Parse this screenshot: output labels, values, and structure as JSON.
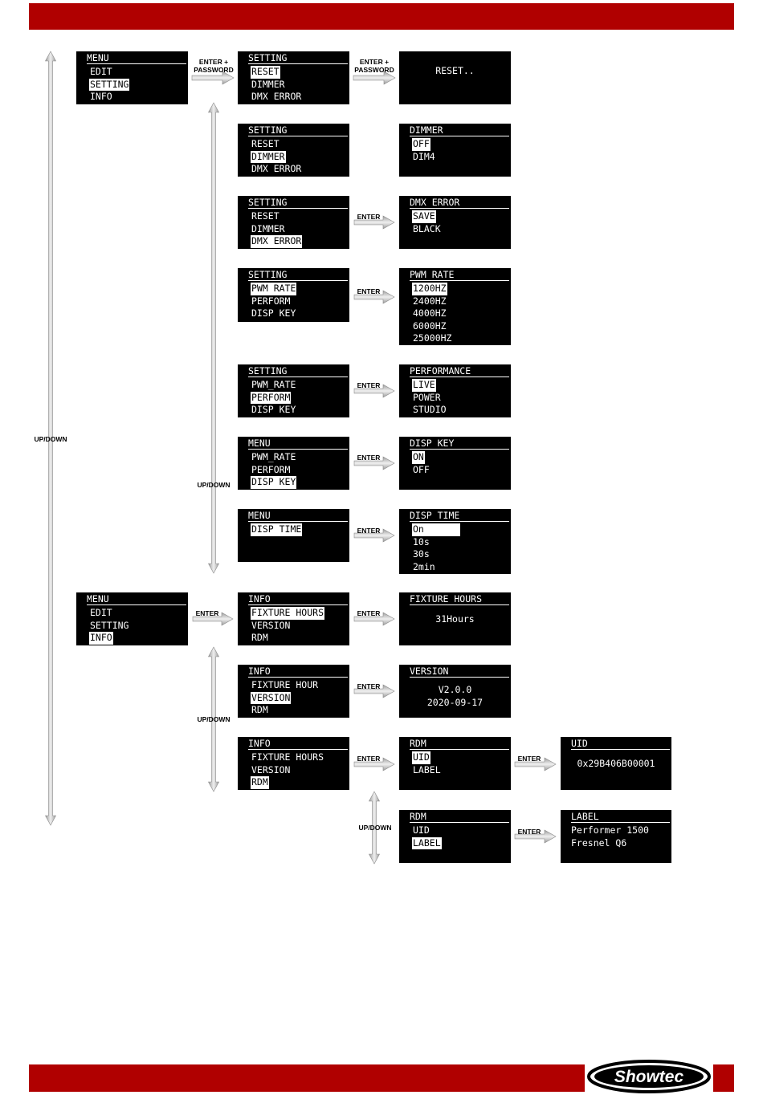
{
  "labels": {
    "enter": "ENTER",
    "enter_password_1": "ENTER +",
    "enter_password_2": "PASSWORD",
    "up_down": "UP/DOWN"
  },
  "screens": [
    {
      "id": "menu1",
      "title": "MENU",
      "rows": [
        "EDIT",
        "SETTING",
        "INFO"
      ],
      "selected": 1
    },
    {
      "id": "set1",
      "title": "SETTING",
      "rows": [
        "RESET",
        "DIMMER",
        "DMX ERROR"
      ],
      "selected": 0
    },
    {
      "id": "reset",
      "title": "",
      "center": [
        "RESET.."
      ]
    },
    {
      "id": "set2",
      "title": "SETTING",
      "rows": [
        "RESET",
        "DIMMER",
        "DMX ERROR"
      ],
      "selected": 1
    },
    {
      "id": "dimmer",
      "title": "DIMMER",
      "rows": [
        "OFF",
        "DIM4"
      ],
      "selected": 0
    },
    {
      "id": "set3",
      "title": "SETTING",
      "rows": [
        "RESET",
        "DIMMER",
        "DMX ERROR"
      ],
      "selected": 2
    },
    {
      "id": "dmxerr",
      "title": "DMX ERROR",
      "rows": [
        "SAVE",
        "BLACK"
      ],
      "selected": 0
    },
    {
      "id": "set4",
      "title": "SETTING",
      "rows": [
        "PWM RATE",
        "PERFORM",
        "DISP KEY"
      ],
      "selected": 0
    },
    {
      "id": "pwm",
      "title": "PWM RATE",
      "rows": [
        "1200HZ",
        "2400HZ",
        "4000HZ",
        "6000HZ",
        "25000HZ"
      ],
      "selected": 0
    },
    {
      "id": "set5",
      "title": "SETTING",
      "rows": [
        "PWM_RATE",
        "PERFORM",
        "DISP KEY"
      ],
      "selected": 1
    },
    {
      "id": "perf",
      "title": "PERFORMANCE",
      "rows": [
        "LIVE",
        "POWER",
        "STUDIO"
      ],
      "selected": 0
    },
    {
      "id": "menu2",
      "title": "MENU",
      "rows": [
        "PWM_RATE",
        "PERFORM",
        "DISP KEY"
      ],
      "selected": 2
    },
    {
      "id": "dispkey",
      "title": "DISP KEY",
      "rows": [
        "ON",
        "OFF"
      ],
      "selected": 0
    },
    {
      "id": "menu3",
      "title": "MENU",
      "rows": [
        "DISP TIME"
      ],
      "selected": 0
    },
    {
      "id": "disptime",
      "title": "DISP TIME",
      "rows": [
        "On",
        "10s",
        "30s",
        "2min"
      ],
      "selected": 0
    },
    {
      "id": "menu4",
      "title": "MENU",
      "rows": [
        "EDIT",
        "SETTING",
        "INFO"
      ],
      "selected": 2
    },
    {
      "id": "info1",
      "title": "INFO",
      "rows": [
        "FIXTURE HOURS",
        "VERSION",
        "RDM"
      ],
      "selected": 0
    },
    {
      "id": "hours",
      "title": "FIXTURE HOURS",
      "center": [
        "31Hours"
      ]
    },
    {
      "id": "info2",
      "title": "INFO",
      "rows": [
        "FIXTURE HOUR",
        "VERSION",
        "RDM"
      ],
      "selected": 1
    },
    {
      "id": "version",
      "title": "VERSION",
      "center": [
        "V2.0.0",
        "2020-09-17"
      ]
    },
    {
      "id": "info3",
      "title": "INFO",
      "rows": [
        "FIXTURE HOURS",
        "VERSION",
        "RDM"
      ],
      "selected": 2
    },
    {
      "id": "rdm1",
      "title": "RDM",
      "rows": [
        "UID",
        "LABEL"
      ],
      "selected": 0
    },
    {
      "id": "uid",
      "title": "UID",
      "center": [
        "0x29B406B00001"
      ]
    },
    {
      "id": "rdm2",
      "title": "RDM",
      "rows": [
        "UID",
        "LABEL"
      ],
      "selected": 1
    },
    {
      "id": "label",
      "title": "LABEL",
      "text": [
        "Performer 1500",
        "Fresnel Q6"
      ]
    }
  ],
  "brand": {
    "name": "Showtec",
    "color": "#b00000"
  }
}
